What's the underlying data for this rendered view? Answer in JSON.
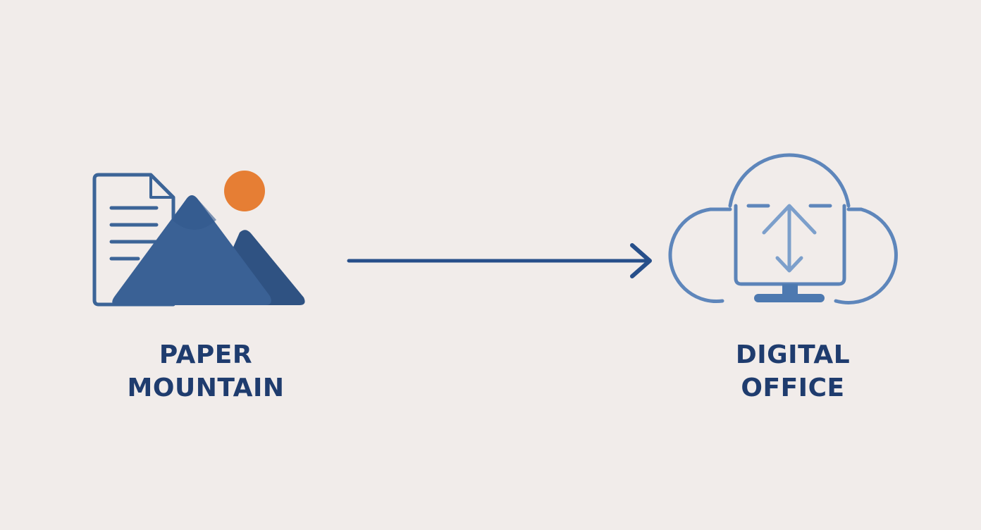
{
  "colors": {
    "background": "#f1ecea",
    "text": "#1f3c6e",
    "mountain_front": "#3a6195",
    "mountain_back": "#2f5282",
    "document_stroke": "#3c6497",
    "sun": "#e67e34",
    "arrow": "#274f8a",
    "cloud_stroke": "#5e86bb",
    "monitor_stroke": "#5b83b8",
    "monitor_stand": "#4d79b0"
  },
  "icons": {
    "source": "paper-mountain-icon",
    "destination": "cloud-computer-icon",
    "connector": "arrow-right-icon"
  },
  "source": {
    "line1": "PAPER",
    "line2": "MOUNTAIN"
  },
  "destination": {
    "line1": "DIGITAL",
    "line2": "OFFICE"
  }
}
